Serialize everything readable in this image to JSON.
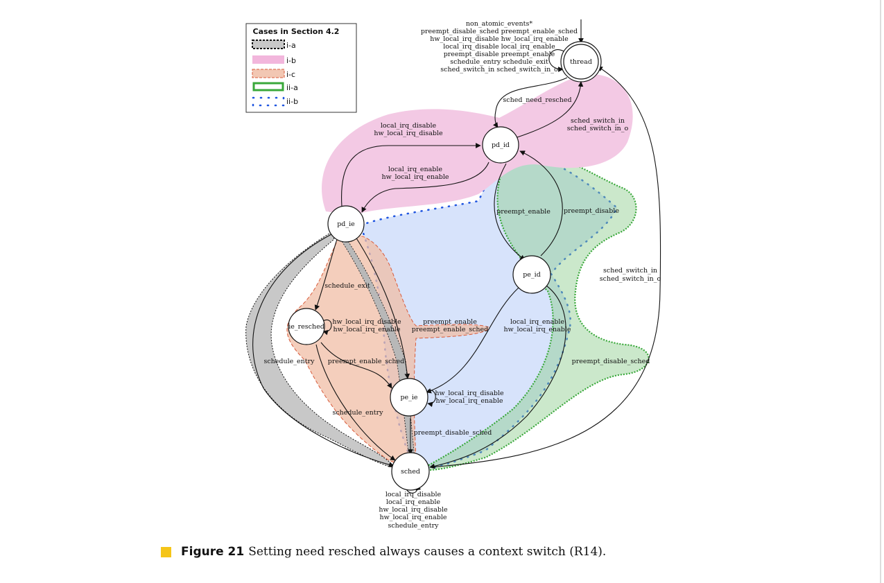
{
  "legend": {
    "title": "Cases in Section 4.2",
    "items": [
      {
        "label": "i-a",
        "color": "#c8c8c8"
      },
      {
        "label": "i-b",
        "color": "#f2b6dc"
      },
      {
        "label": "i-c",
        "color": "#f2c7b3"
      },
      {
        "label": "ii-a",
        "color": "#39a83a"
      },
      {
        "label": "ii-b",
        "color": "#1f55e0"
      }
    ]
  },
  "nodes": {
    "thread": "thread",
    "pd_id": "pd_id",
    "pd_ie": "pd_ie",
    "pe_id": "pe_id",
    "ie_resched": "ie_resched",
    "pe_ie": "pe_ie",
    "sched": "sched"
  },
  "edge_labels": {
    "thread_self": [
      "non_atomic_events*",
      "preempt_disable_sched preempt_enable_sched",
      "hw_local_irq_disable hw_local_irq_enable",
      "local_irq_disable local_irq_enable",
      "preempt_disable preempt_enable",
      "schedule_entry schedule_exit",
      "sched_switch_in sched_switch_in_o"
    ],
    "thread_to_pdid": "sched_need_resched",
    "pdid_to_thread": [
      "sched_switch_in",
      "sched_switch_in_o"
    ],
    "pdid_to_pdie": [
      "local_irq_enable",
      "hw_local_irq_enable"
    ],
    "pdie_to_pdid": [
      "local_irq_disable",
      "hw_local_irq_disable"
    ],
    "pdid_to_peid": "preempt_enable",
    "peid_to_pdid": "preempt_disable",
    "sched_to_thread": [
      "sched_switch_in",
      "sched_switch_in_o"
    ],
    "pdie_to_ieresched": "schedule_exit",
    "ieresched_self": [
      "hw_local_irq_disable",
      "hw_local_irq_enable"
    ],
    "pdie_to_peie": [
      "preempt_enable",
      "preempt_enable_sched"
    ],
    "peid_to_peie": [
      "local_irq_enable",
      "hw_local_irq_enable"
    ],
    "pdie_to_sched": "schedule_entry",
    "ieresched_to_peie": "preempt_enable_sched",
    "peie_self": [
      "hw_local_irq_disable",
      "hw_local_irq_enable"
    ],
    "ieresched_to_sched": "schedule_entry",
    "peie_to_sched": "preempt_disable_sched",
    "peid_to_sched": "preempt_disable_sched",
    "sched_self": [
      "local_irq_disable",
      "local_irq_enable",
      "hw_local_irq_disable",
      "hw_local_irq_enable",
      "schedule_entry"
    ]
  },
  "caption": {
    "number": "Figure 21",
    "text": "Setting need resched always causes a context switch (R14).",
    "marker_color": "#f5c518"
  }
}
